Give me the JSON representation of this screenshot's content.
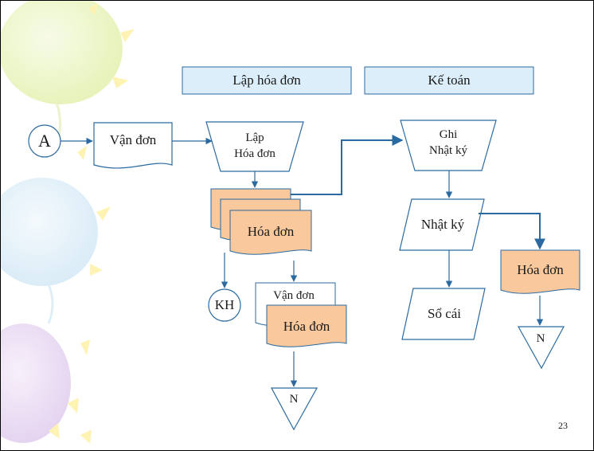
{
  "departments": {
    "billing": "Lập hóa đơn",
    "accounting": "Kế toán"
  },
  "nodes": {
    "connector_a": "A",
    "shipping_doc": "Vận đơn",
    "create_invoice_line1": "Lập",
    "create_invoice_line2": "Hóa đơn",
    "invoice_stack": "Hóa đơn",
    "customer": "KH",
    "filed_shipping_doc": "Vận đơn",
    "filed_invoice": "Hóa đơn",
    "file_n_left": "N",
    "record_journal_line1": "Ghi",
    "record_journal_line2": "Nhật ký",
    "journal": "Nhật ký",
    "ledger": "Sổ cái",
    "acct_invoice": "Hóa đơn",
    "file_n_right": "N"
  },
  "page_number": "23",
  "colors": {
    "flow_line": "#2b6aa0",
    "department_box_fill": "#dceef9",
    "document_fill": "#f9c89c",
    "shape_stroke": "#2b6aa0"
  }
}
